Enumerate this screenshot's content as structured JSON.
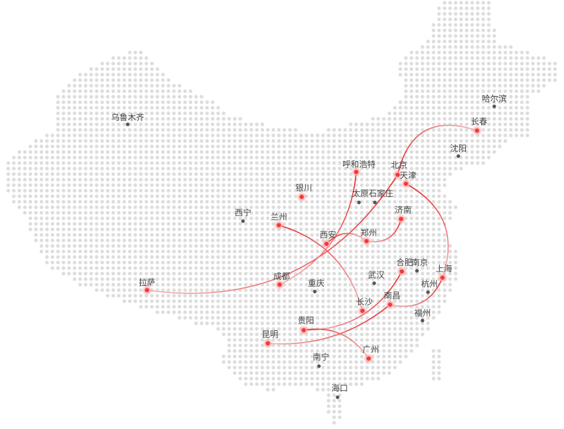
{
  "colors": {
    "background": "#ffffff",
    "dot": "#dddddd",
    "city_dot": "#555555",
    "route": "#e8262d",
    "route_fade": "#f3b0b0",
    "highlight_glow": "#ff9c9c",
    "highlight_core": "#ee3a3a"
  },
  "cities": [
    {
      "id": "urumqi",
      "name": "乌鲁木齐",
      "highlight": false
    },
    {
      "id": "harbin",
      "name": "哈尔滨",
      "highlight": false
    },
    {
      "id": "changchun",
      "name": "长春",
      "highlight": true
    },
    {
      "id": "shenyang",
      "name": "沈阳",
      "highlight": false
    },
    {
      "id": "hohhot",
      "name": "呼和浩特",
      "highlight": true
    },
    {
      "id": "beijing",
      "name": "北京",
      "highlight": true
    },
    {
      "id": "tianjin",
      "name": "天津",
      "highlight": true
    },
    {
      "id": "yinchuan",
      "name": "银川",
      "highlight": true
    },
    {
      "id": "taiyuan",
      "name": "太原",
      "highlight": false
    },
    {
      "id": "shijiazhuang",
      "name": "石家庄",
      "highlight": false
    },
    {
      "id": "jinan",
      "name": "济南",
      "highlight": true
    },
    {
      "id": "xining",
      "name": "西宁",
      "highlight": false
    },
    {
      "id": "lanzhou",
      "name": "兰州",
      "highlight": true
    },
    {
      "id": "xian",
      "name": "西安",
      "highlight": true
    },
    {
      "id": "zhengzhou",
      "name": "郑州",
      "highlight": true
    },
    {
      "id": "hefei",
      "name": "合肥",
      "highlight": true
    },
    {
      "id": "nanjing",
      "name": "南京",
      "highlight": false
    },
    {
      "id": "shanghai",
      "name": "上海",
      "highlight": true
    },
    {
      "id": "lhasa",
      "name": "拉萨",
      "highlight": true
    },
    {
      "id": "chengdu",
      "name": "成都",
      "highlight": true
    },
    {
      "id": "chongqing",
      "name": "重庆",
      "highlight": false
    },
    {
      "id": "wuhan",
      "name": "武汉",
      "highlight": false
    },
    {
      "id": "hangzhou",
      "name": "杭州",
      "highlight": false
    },
    {
      "id": "nanchang",
      "name": "南昌",
      "highlight": true
    },
    {
      "id": "changsha",
      "name": "长沙",
      "highlight": true
    },
    {
      "id": "fuzhou",
      "name": "福州",
      "highlight": false
    },
    {
      "id": "guiyang",
      "name": "贵阳",
      "highlight": true
    },
    {
      "id": "kunming",
      "name": "昆明",
      "highlight": true
    },
    {
      "id": "nanning",
      "name": "南宁",
      "highlight": false
    },
    {
      "id": "guangzhou",
      "name": "广州",
      "highlight": true
    },
    {
      "id": "haikou",
      "name": "海口",
      "highlight": false
    }
  ],
  "routes": [
    {
      "from": "beijing",
      "to": "changchun"
    },
    {
      "from": "beijing",
      "to": "lhasa"
    },
    {
      "from": "hohhot",
      "to": "chengdu"
    },
    {
      "from": "tianjin",
      "to": "shanghai"
    },
    {
      "from": "jinan",
      "to": "zhengzhou"
    },
    {
      "from": "xian",
      "to": "zhengzhou"
    },
    {
      "from": "lanzhou",
      "to": "changsha"
    },
    {
      "from": "hefei",
      "to": "guiyang"
    },
    {
      "from": "shanghai",
      "to": "nanchang"
    },
    {
      "from": "nanchang",
      "to": "kunming"
    },
    {
      "from": "guiyang",
      "to": "guangzhou"
    }
  ]
}
